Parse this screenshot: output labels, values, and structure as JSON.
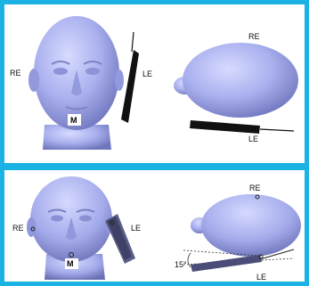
{
  "colors": {
    "frame": "#1bb3e3",
    "head": "#a9b0ee",
    "head_shadow": "#7e84c9",
    "phone": "#111111",
    "label_text": "#111111"
  },
  "panels": {
    "top_left": {
      "re": "RE",
      "le": "LE",
      "mouth": "M"
    },
    "top_right": {
      "re": "RE",
      "le": "LE"
    },
    "bottom_left": {
      "re": "RE",
      "le": "LE",
      "mouth": "M"
    },
    "bottom_right": {
      "re": "RE",
      "le": "LE",
      "angle": "15°"
    }
  }
}
